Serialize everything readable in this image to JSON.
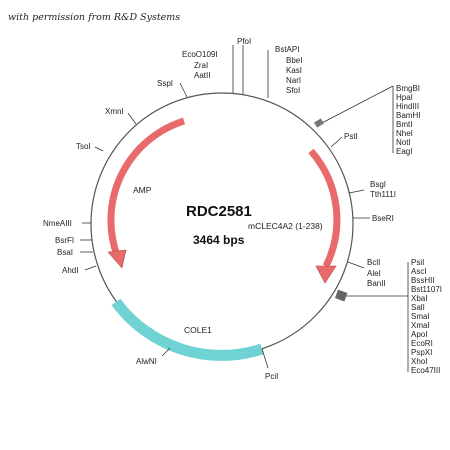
{
  "credit": "with permission from R&D Systems",
  "plasmid": {
    "name": "RDC2581",
    "size": "3464 bps",
    "insert_label": "mCLEC4A2 (1-238)"
  },
  "features": {
    "amp": {
      "label": "AMP",
      "color": "#e86a6a"
    },
    "insert": {
      "color": "#e86a6a"
    },
    "ori": {
      "label": "COLE1",
      "color": "#6fd3d3"
    }
  },
  "sites": {
    "top": [
      "EcoO109I",
      "ZraI",
      "AatII",
      "PfoI",
      "BstAPI",
      "BbeI",
      "KasI",
      "NarI",
      "SfoI"
    ],
    "left": [
      "SspI",
      "XmnI",
      "TsoI",
      "NmeAIII",
      "BsrFI",
      "BsaI",
      "AhdI",
      "AlwNI"
    ],
    "right_single": [
      "PstI",
      "BsgI",
      "Tth111I",
      "BseRI",
      "BclI",
      "AleI",
      "BanII",
      "PciI"
    ],
    "mcs1": [
      "BmgBI",
      "HpaI",
      "HindIII",
      "BamHI",
      "BmtI",
      "NheI",
      "NotI",
      "EagI"
    ],
    "mcs2": [
      "PsiI",
      "AscI",
      "BssHII",
      "Bst1107I",
      "XbaI",
      "SalI",
      "SmaI",
      "XmaI",
      "ApoI",
      "EcoRI",
      "PspXI",
      "XhoI",
      "Eco47III"
    ]
  }
}
